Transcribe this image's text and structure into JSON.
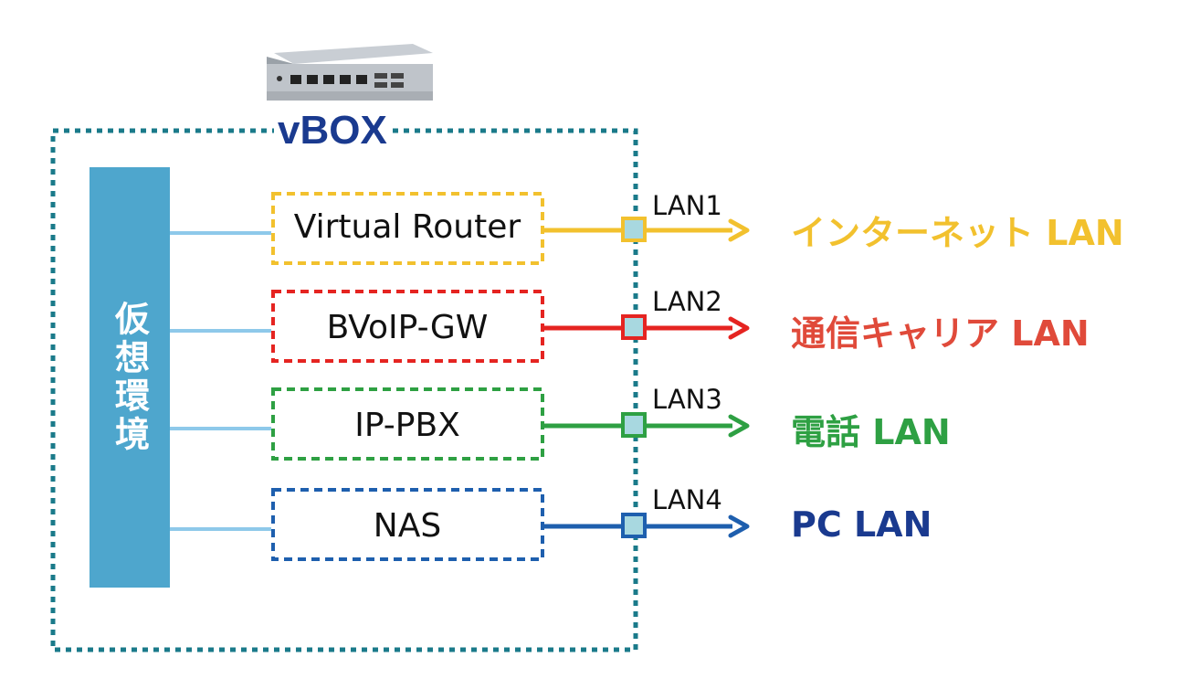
{
  "title": "vBOX",
  "virtual_env_label": "仮想環境",
  "device_icon": "server-appliance-icon",
  "vms": [
    {
      "label": "Virtual Router",
      "color": "#f2c12e",
      "port": "LAN1",
      "destination": "インターネット LAN",
      "dest_color": "#f2c12e"
    },
    {
      "label": "BVoIP-GW",
      "color": "#e52421",
      "port": "LAN2",
      "destination": "通信キャリア LAN",
      "dest_color": "#e04a3a"
    },
    {
      "label": "IP-PBX",
      "color": "#2ea043",
      "port": "LAN3",
      "destination": "電話 LAN",
      "dest_color": "#2ea043"
    },
    {
      "label": "NAS",
      "color": "#1e5fae",
      "port": "LAN4",
      "destination": "PC LAN",
      "dest_color": "#1a3a8f"
    }
  ],
  "colors": {
    "vbox_border": "#1a7a8a",
    "virt_bar": "#4ea6cd",
    "virt_link": "#8ec9ea",
    "port_fill": "#a8d8e0",
    "title": "#1a3a8f"
  }
}
